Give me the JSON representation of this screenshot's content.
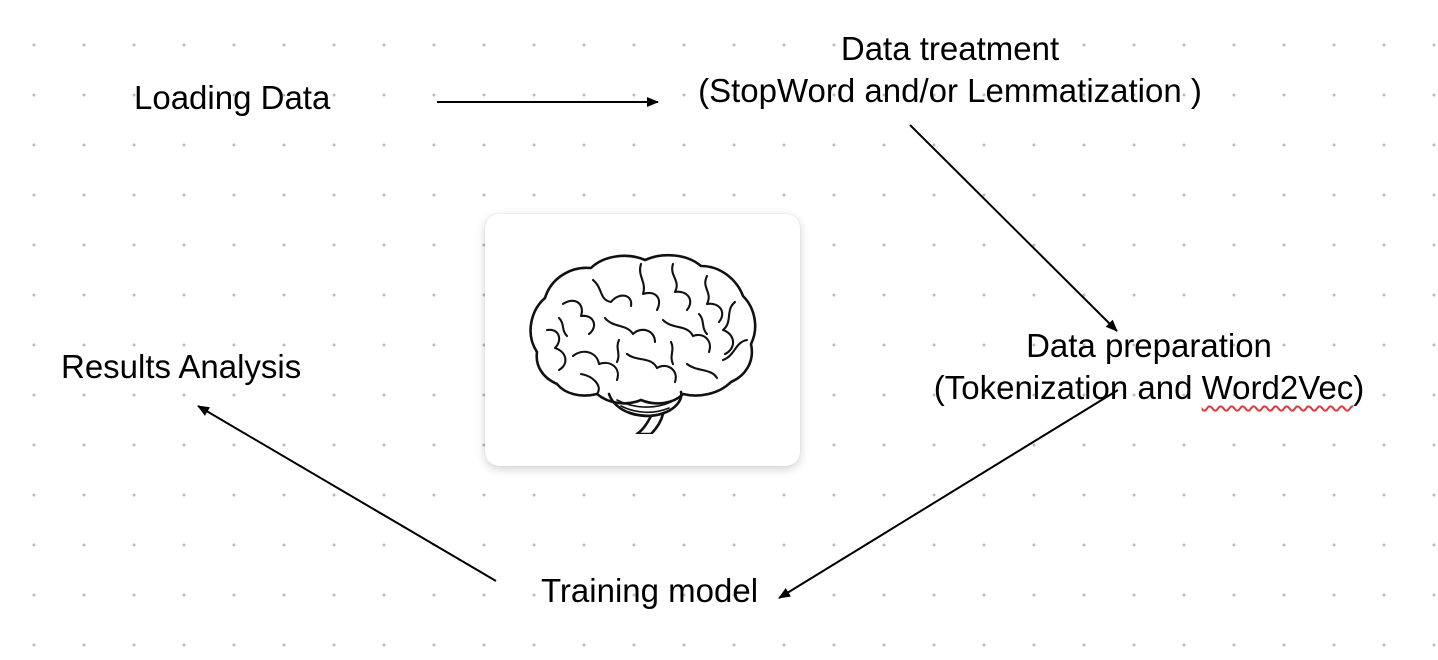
{
  "nodes": {
    "loading_data": "Loading Data",
    "data_treatment_title": "Data treatment",
    "data_treatment_detail": "(StopWord and/or Lemmatization )",
    "data_preparation_title": "Data preparation",
    "data_preparation_detail_prefix": "(Tokenization and ",
    "data_preparation_detail_flagged": "Word2Vec",
    "data_preparation_detail_suffix": ")",
    "training_model": "Training model",
    "results_analysis": "Results Analysis"
  },
  "image": {
    "icon": "brain-icon"
  },
  "colors": {
    "arrow": "#000000",
    "spellcheck_underline": "#e0393e",
    "grid_dot": "#b9b9b9"
  }
}
